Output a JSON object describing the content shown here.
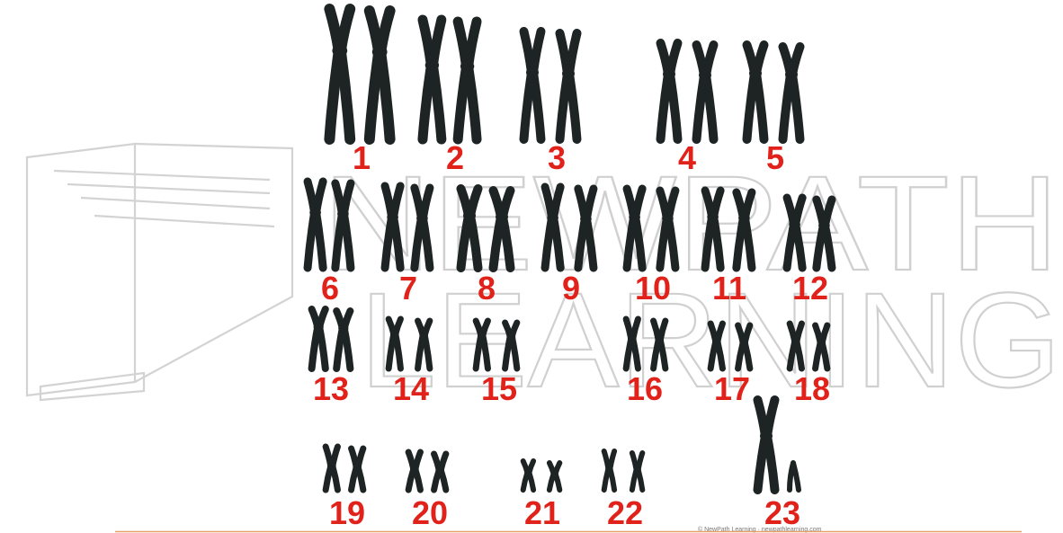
{
  "chromosomes": [
    {
      "label": "1"
    },
    {
      "label": "2"
    },
    {
      "label": "3"
    },
    {
      "label": "4"
    },
    {
      "label": "5"
    },
    {
      "label": "6"
    },
    {
      "label": "7"
    },
    {
      "label": "8"
    },
    {
      "label": "9"
    },
    {
      "label": "10"
    },
    {
      "label": "11"
    },
    {
      "label": "12"
    },
    {
      "label": "13"
    },
    {
      "label": "14"
    },
    {
      "label": "15"
    },
    {
      "label": "16"
    },
    {
      "label": "17"
    },
    {
      "label": "18"
    },
    {
      "label": "19"
    },
    {
      "label": "20"
    },
    {
      "label": "21"
    },
    {
      "label": "22"
    },
    {
      "label": "23"
    }
  ],
  "watermark": {
    "line1": "NEWPATH",
    "line2": "LEARNING"
  },
  "credit": "© NewPath Learning · newpathlearning.com",
  "colors": {
    "label": "#e0221b",
    "chromosome": "#1e2424",
    "watermark": "#d0d0d0",
    "footer_line": "#e6a06a"
  }
}
